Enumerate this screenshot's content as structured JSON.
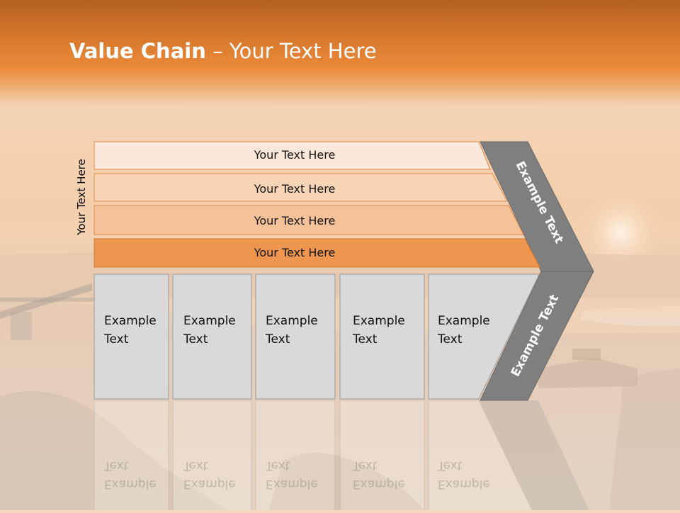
{
  "slide": {
    "title_bold": "Value Chain",
    "title_rest": " – Your Text Here",
    "side_label": "Your Text Here",
    "rows": [
      {
        "label": "Your Text Here",
        "color": "#fbe8da"
      },
      {
        "label": "Your Text Here",
        "color": "#f9d5b8"
      },
      {
        "label": "Your Text Here",
        "color": "#f5c29a"
      },
      {
        "label": "Your Text Here",
        "color": "#ee9650"
      }
    ],
    "boxes": [
      {
        "line1": "Example",
        "line2": "Text"
      },
      {
        "line1": "Example",
        "line2": "Text"
      },
      {
        "line1": "Example",
        "line2": "Text"
      },
      {
        "line1": "Example",
        "line2": "Text"
      },
      {
        "line1": "Example",
        "line2": "Text"
      }
    ],
    "chevron_upper_label": "Example Text",
    "chevron_lower_label": "Example Text",
    "colors": {
      "header": "#e4822f",
      "box_fill": "#d9d9d9",
      "chevron_fill": "#7f7f7f",
      "row_border": "#e08a45"
    }
  }
}
